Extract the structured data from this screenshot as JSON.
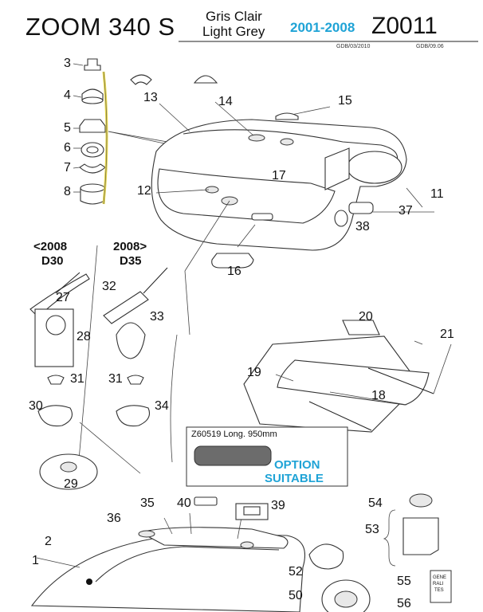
{
  "header": {
    "title": "ZOOM 340 S",
    "color_fr": "Gris Clair",
    "color_en": "Light Grey",
    "years": "2001-2008",
    "code": "Z0011",
    "ref_left": "GDB/03/2010",
    "ref_right": "GDB/09.06"
  },
  "versions": {
    "before": "<2008",
    "before_model": "D30",
    "after": "2008>",
    "after_model": "D35"
  },
  "option_box": {
    "part_ref": "Z60519 Long. 950mm",
    "label_line1": "OPTION",
    "label_line2": "SUITABLE"
  },
  "generalities_card": [
    "GENE",
    "RALI",
    "TES"
  ],
  "part_numbers": {
    "p1": "1",
    "p2": "2",
    "p3": "3",
    "p4": "4",
    "p5": "5",
    "p6": "6",
    "p7": "7",
    "p8": "8",
    "p11": "11",
    "p12": "12",
    "p13": "13",
    "p14": "14",
    "p15": "15",
    "p16": "16",
    "p17": "17",
    "p18": "18",
    "p19": "19",
    "p20": "20",
    "p21": "21",
    "p27": "27",
    "p28": "28",
    "p29": "29",
    "p30": "30",
    "p31a": "31",
    "p31b": "31",
    "p32": "32",
    "p33": "33",
    "p34": "34",
    "p35": "35",
    "p36": "36",
    "p37": "37",
    "p38": "38",
    "p39": "39",
    "p40": "40",
    "p50": "50",
    "p52": "52",
    "p53": "53",
    "p54": "54",
    "p55": "55",
    "p56": "56"
  },
  "colors": {
    "accent": "#1fa3d6",
    "bracket": "#e6d64a"
  }
}
